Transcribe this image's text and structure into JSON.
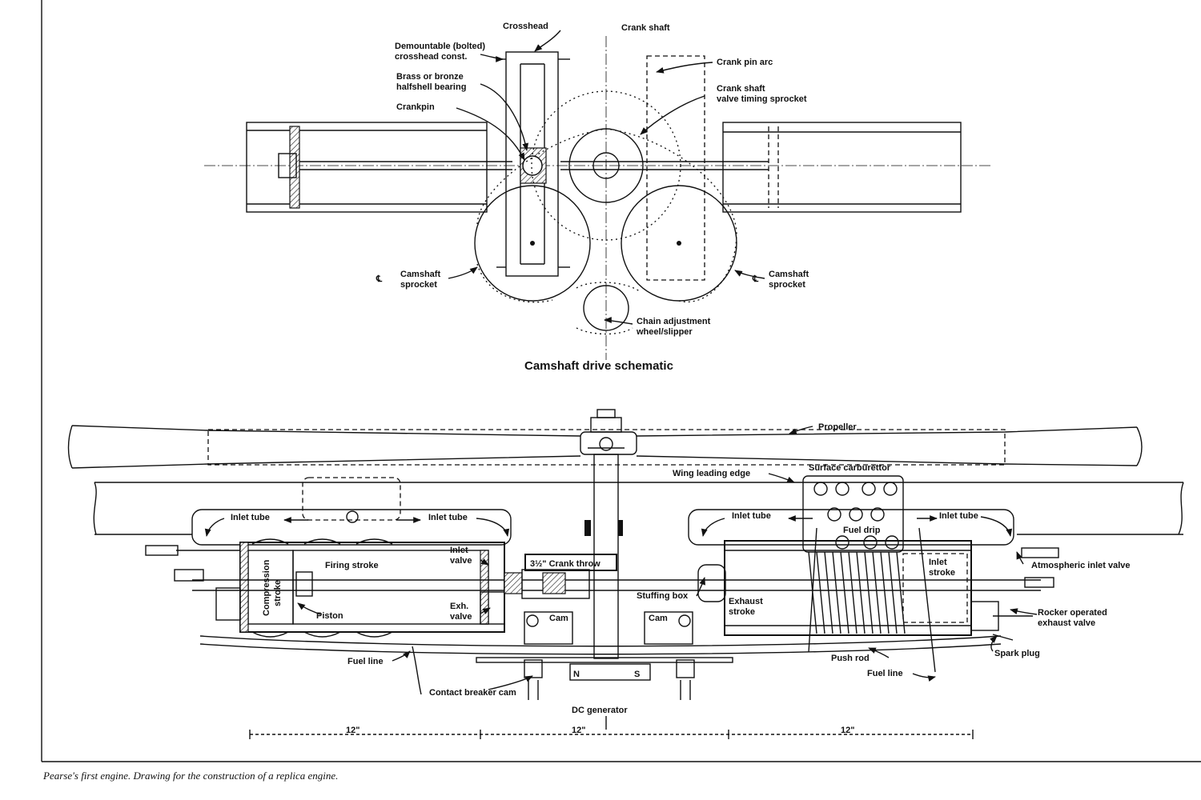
{
  "diagram": {
    "schematic_title": "Camshaft drive schematic",
    "caption": "Pearse's first engine. Drawing for the construction of a replica engine.",
    "schematic_labels": {
      "crosshead": "Crosshead",
      "crank_shaft": "Crank shaft",
      "demountable_1": "Demountable (bolted)",
      "demountable_2": "crosshead const.",
      "brass_1": "Brass or bronze",
      "brass_2": "halfshell bearing",
      "crankpin": "Crankpin",
      "crank_pin_arc": "Crank pin arc",
      "timing_1": "Crank shaft",
      "timing_2": "valve timing sprocket",
      "cam_left_1": "Camshaft",
      "cam_left_2": "sprocket",
      "cam_right_1": "Camshaft",
      "cam_right_2": "sprocket",
      "chain_1": "Chain adjustment",
      "chain_2": "wheel/slipper",
      "centerline_symbol": "℄"
    },
    "engine_labels": {
      "propeller": "Propeller",
      "wing_leading_edge": "Wing leading edge",
      "surface_carburettor": "Surface carburettor",
      "inlet_tube": "Inlet tube",
      "fuel_drip": "Fuel drip",
      "inlet_valve_1": "Inlet",
      "inlet_valve_2": "valve",
      "crank_throw": "3½\" Crank throw",
      "firing_stroke": "Firing stroke",
      "compression_stroke_1": "Compression",
      "compression_stroke_2": "stroke",
      "piston": "Piston",
      "exh_valve_1": "Exh.",
      "exh_valve_2": "valve",
      "cam": "Cam",
      "stuffing_box": "Stuffing box",
      "exhaust_stroke_1": "Exhaust",
      "exhaust_stroke_2": "stroke",
      "inlet_stroke_1": "Inlet",
      "inlet_stroke_2": "stroke",
      "atmospheric_inlet_valve": "Atmospheric inlet valve",
      "rocker_1": "Rocker operated",
      "rocker_2": "exhaust valve",
      "spark_plug": "Spark plug",
      "push_rod": "Push rod",
      "fuel_line": "Fuel line",
      "contact_breaker_cam": "Contact breaker cam",
      "dc_generator": "DC generator",
      "pole_n": "N",
      "pole_s": "S",
      "dim_12": "12\""
    }
  }
}
